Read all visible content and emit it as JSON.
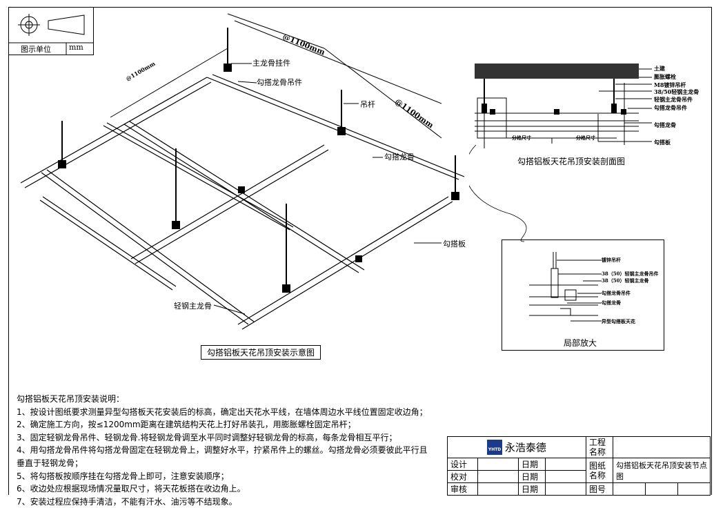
{
  "unit_box": {
    "label": "图示单位",
    "unit": "mm"
  },
  "main_view": {
    "caption": "勾搭铝板天花吊顶安装示意图",
    "dim_1": "@1100mm",
    "dim_2": "@1100mm",
    "dim_3": "@1100mm",
    "labels": {
      "main_hanger": "主龙骨挂件",
      "hook_hanger": "勾搭龙骨吊件",
      "rod": "吊杆",
      "hook_keel": "勾搭龙骨",
      "hook_panel": "勾搭板",
      "light_steel_main": "轻钢主龙骨"
    }
  },
  "section_view": {
    "caption": "勾搭铝板天花吊顶安装剖面图",
    "labels": [
      "土建",
      "膨胀螺栓",
      "M8镀锌吊杆",
      "38/50轻钢主龙骨",
      "轻钢主龙骨吊件",
      "勾搭龙骨吊件",
      "勾搭龙骨",
      "勾搭板"
    ],
    "dim_a": "分格尺寸",
    "dim_b": "分格尺寸"
  },
  "detail_view": {
    "caption": "局部放大",
    "labels": [
      "镀锌吊杆",
      "38（50）轻钢主龙骨吊件",
      "38（50）轻钢主龙骨",
      "勾搭龙骨吊件",
      "勾搭龙骨",
      "异型勾搭板天花"
    ]
  },
  "notes": {
    "title": "勾搭铝板天花吊顶安装说明：",
    "items": [
      "1、按设计图纸要求测量异型勾搭板天花安装后的标高，确定出天花水平线，在墙体周边水平线位置固定收边角；",
      "2、确定施工方向，按≤1200mm距离在建筑结构天花上打好吊装孔，用膨胀螺栓固定吊杆；",
      "3、固定轻钢龙骨吊件、轻钢龙骨.将轻钢龙骨调至水平同时调整好轻钢龙骨的标高，每条龙骨相互平行；",
      "4、用勾搭龙骨吊件将勾搭龙骨固定在轻钢龙骨上，调整好水平，拧紧吊件上的螺丝。勾搭龙骨必须要彼此平行且",
      " 垂直于轻钢龙骨；",
      "5、将勾搭板按顺序挂在勾搭龙骨上即可，注意安装顺序；",
      "6、收边处应根据现场情况量取尺寸，将天花板搭在收边角上。",
      "7、安装过程应保持手清洁，不能有汗水、油污等不结现象。"
    ]
  },
  "title_block": {
    "company": "永浩泰德",
    "logo_text": "YHTD",
    "project_label": "工程名称",
    "project_value": "",
    "design": "设计",
    "check": "校对",
    "review": "审核",
    "date": "日期",
    "drawing_label": "图纸名称",
    "drawing_name": "勾搭铝板天花吊顶安装节点图",
    "number_label": "图号"
  }
}
